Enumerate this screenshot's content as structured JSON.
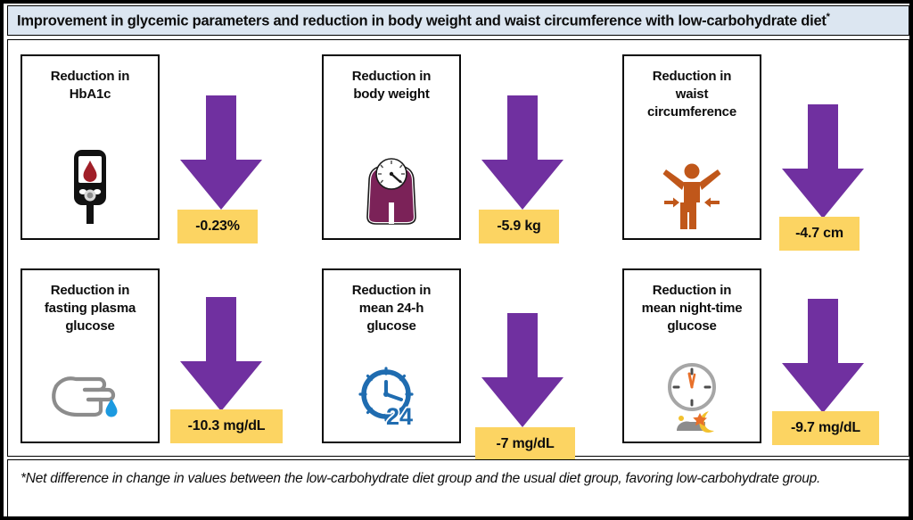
{
  "header": {
    "title": "Improvement in glycemic parameters and reduction in body weight and waist circumference with low-carbohydrate diet",
    "title_marker": "*",
    "background_color": "#dce6f1"
  },
  "colors": {
    "arrow_purple": "#7030a0",
    "value_yellow": "#fcd462",
    "frame_black": "#000000",
    "blood_drop_red": "#a01f28",
    "scale_magenta": "#7b2258",
    "person_orange": "#c0571a",
    "clock_blue": "#1f6cb0",
    "droplet_blue": "#1c9ae0",
    "hand_gray": "#8c8c8c",
    "moon_yellow": "#f2c12e"
  },
  "panels": [
    {
      "label_lines": [
        "Reduction in",
        "HbA1c"
      ],
      "icon": "glucose-meter-icon",
      "value": "-0.23%"
    },
    {
      "label_lines": [
        "Reduction in",
        "body weight"
      ],
      "icon": "bathroom-scale-icon",
      "value": "-5.9 kg"
    },
    {
      "label_lines": [
        "Reduction in",
        "waist",
        "circumference"
      ],
      "icon": "waist-person-icon",
      "value": "-4.7 cm"
    },
    {
      "label_lines": [
        "Reduction in",
        "fasting plasma",
        "glucose"
      ],
      "icon": "finger-prick-icon",
      "value": "-10.3 mg/dL"
    },
    {
      "label_lines": [
        "Reduction in",
        "mean 24-h",
        "glucose"
      ],
      "icon": "clock-24h-icon",
      "value": "-7 mg/dL"
    },
    {
      "label_lines": [
        "Reduction in",
        "mean night-time",
        "glucose"
      ],
      "icon": "night-clock-icon",
      "value": "-9.7 mg/dL"
    }
  ],
  "footnote": {
    "text": "*Net difference in change in values between the low-carbohydrate diet group and the usual diet group, favoring low-carbohydrate group."
  }
}
